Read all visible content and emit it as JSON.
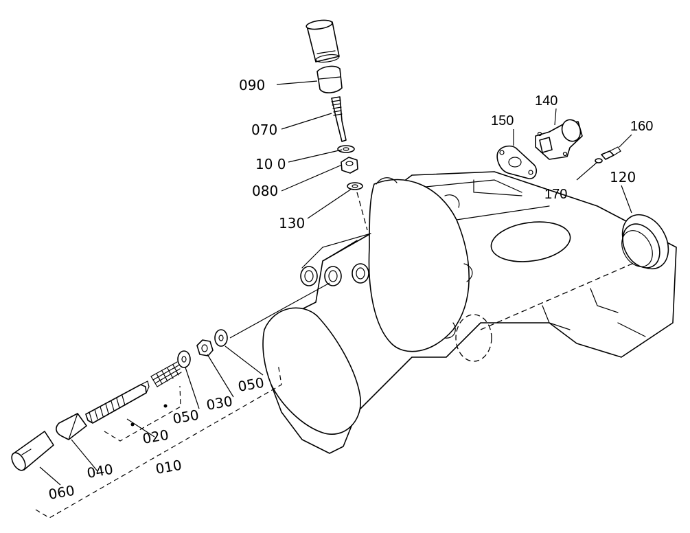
{
  "labels": {
    "p090": "090",
    "p070": "070",
    "p100": "10 0",
    "p080": "080",
    "p130": "130",
    "p140": "140",
    "p150": "150",
    "p160": "160",
    "p170": "170",
    "p120": "120",
    "p050a": "050",
    "p030": "030",
    "p050b": "050",
    "p020": "020",
    "p040": "040",
    "p010": "010",
    "p060": "060"
  }
}
